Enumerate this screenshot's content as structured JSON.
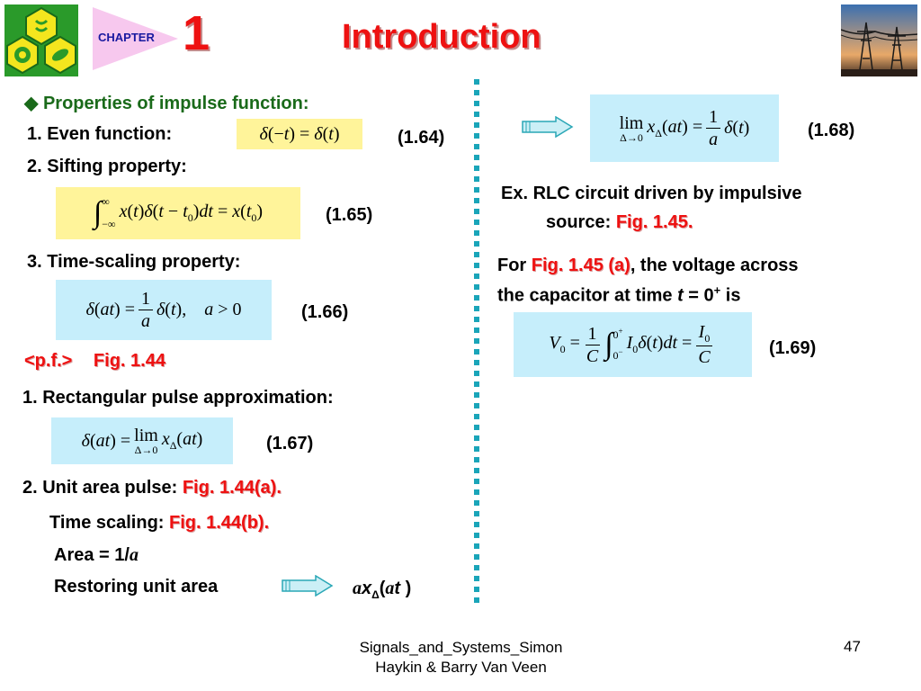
{
  "header": {
    "chapter_label": "CHAPTER",
    "chapter_number": "1",
    "title": "Introduction"
  },
  "left": {
    "heading_bullet": "◆",
    "heading": "Properties of impulse function:",
    "item1": "1. Even function:",
    "eq164": "(1.64)",
    "item2": "2. Sifting property:",
    "eq165": "(1.65)",
    "item3": "3. Time-scaling property:",
    "eq166": "(1.66)",
    "pf": "<p.f.>",
    "pf_fig": "Fig. 1.44",
    "rect": "1. Rectangular pulse approximation:",
    "eq167": "(1.67)",
    "unit_area": "2. Unit area pulse: ",
    "unit_area_fig": "Fig. 1.44(a).",
    "time_scaling": "Time scaling: ",
    "time_scaling_fig": "Fig. 1.44(b).",
    "area_prefix": "Area = 1/",
    "area_var": "a",
    "restoring": "Restoring unit area"
  },
  "right": {
    "eq168": "(1.68)",
    "ex_line1": "Ex. RLC circuit driven by impulsive",
    "ex_line2": "source: ",
    "ex_fig": "Fig. 1.45.",
    "for_prefix": "For ",
    "for_fig": "Fig. 1.45 (a)",
    "for_suffix": ", the voltage across",
    "cap_prefix": "the capacitor at time ",
    "cap_t": "t",
    "cap_eq": " = 0",
    "cap_sup": "+",
    "cap_is": " is",
    "eq169": "(1.69)"
  },
  "footer": {
    "source_line1": "Signals_and_Systems_Simon",
    "source_line2": "Haykin & Barry Van Veen",
    "page": "47"
  },
  "colors": {
    "title_red": "#ee1111",
    "eq_yellow": "#fff49a",
    "eq_blue": "#c6eefb",
    "divider_teal": "#1aa5b9",
    "logo_green": "#2a9a2a",
    "logo_yellow": "#f4e61e"
  }
}
